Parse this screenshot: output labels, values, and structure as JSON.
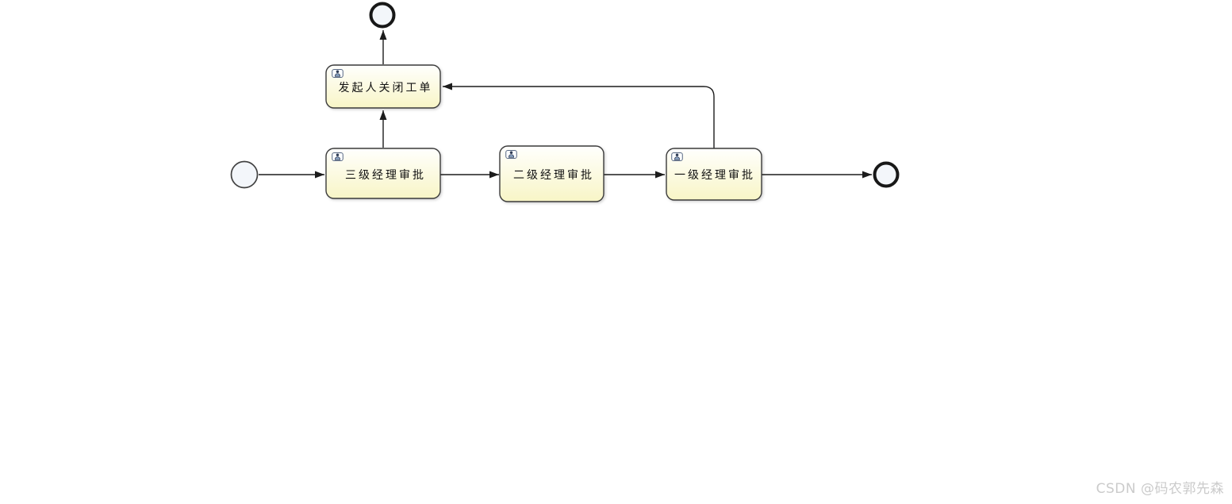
{
  "diagram": {
    "type": "bpmn-approval-flow",
    "tasks": [
      {
        "label": "发起人关闭工单",
        "task_type": "user-task",
        "icon": "user-task-icon"
      },
      {
        "label": "三级经理审批",
        "task_type": "user-task",
        "icon": "user-task-icon"
      },
      {
        "label": "二级经理审批",
        "task_type": "user-task",
        "icon": "user-task-icon"
      },
      {
        "label": "一级经理审批",
        "task_type": "user-task",
        "icon": "user-task-icon"
      }
    ],
    "events": [
      {
        "name": "start-event",
        "shape": "thin-circle"
      },
      {
        "name": "end-event-top",
        "shape": "thick-circle"
      },
      {
        "name": "end-event-right",
        "shape": "thick-circle"
      }
    ],
    "flows": [
      {
        "from": "start-event",
        "to": "三级经理审批"
      },
      {
        "from": "三级经理审批",
        "to": "二级经理审批"
      },
      {
        "from": "二级经理审批",
        "to": "一级经理审批"
      },
      {
        "from": "一级经理审批",
        "to": "end-event-right"
      },
      {
        "from": "三级经理审批",
        "to": "发起人关闭工单"
      },
      {
        "from": "一级经理审批",
        "to": "发起人关闭工单"
      },
      {
        "from": "发起人关闭工单",
        "to": "end-event-top"
      }
    ],
    "colors": {
      "task_fill_top": "#fffffd",
      "task_fill_bottom": "#f8f5c6",
      "task_border": "#3b3b3b",
      "event_fill": "#f3f6fa",
      "start_event_border": "#404040",
      "end_event_border": "#181818",
      "line": "#1c1c1c"
    }
  },
  "watermark": {
    "text": "CSDN @码农郭先森",
    "color": "#cbcbcb"
  }
}
